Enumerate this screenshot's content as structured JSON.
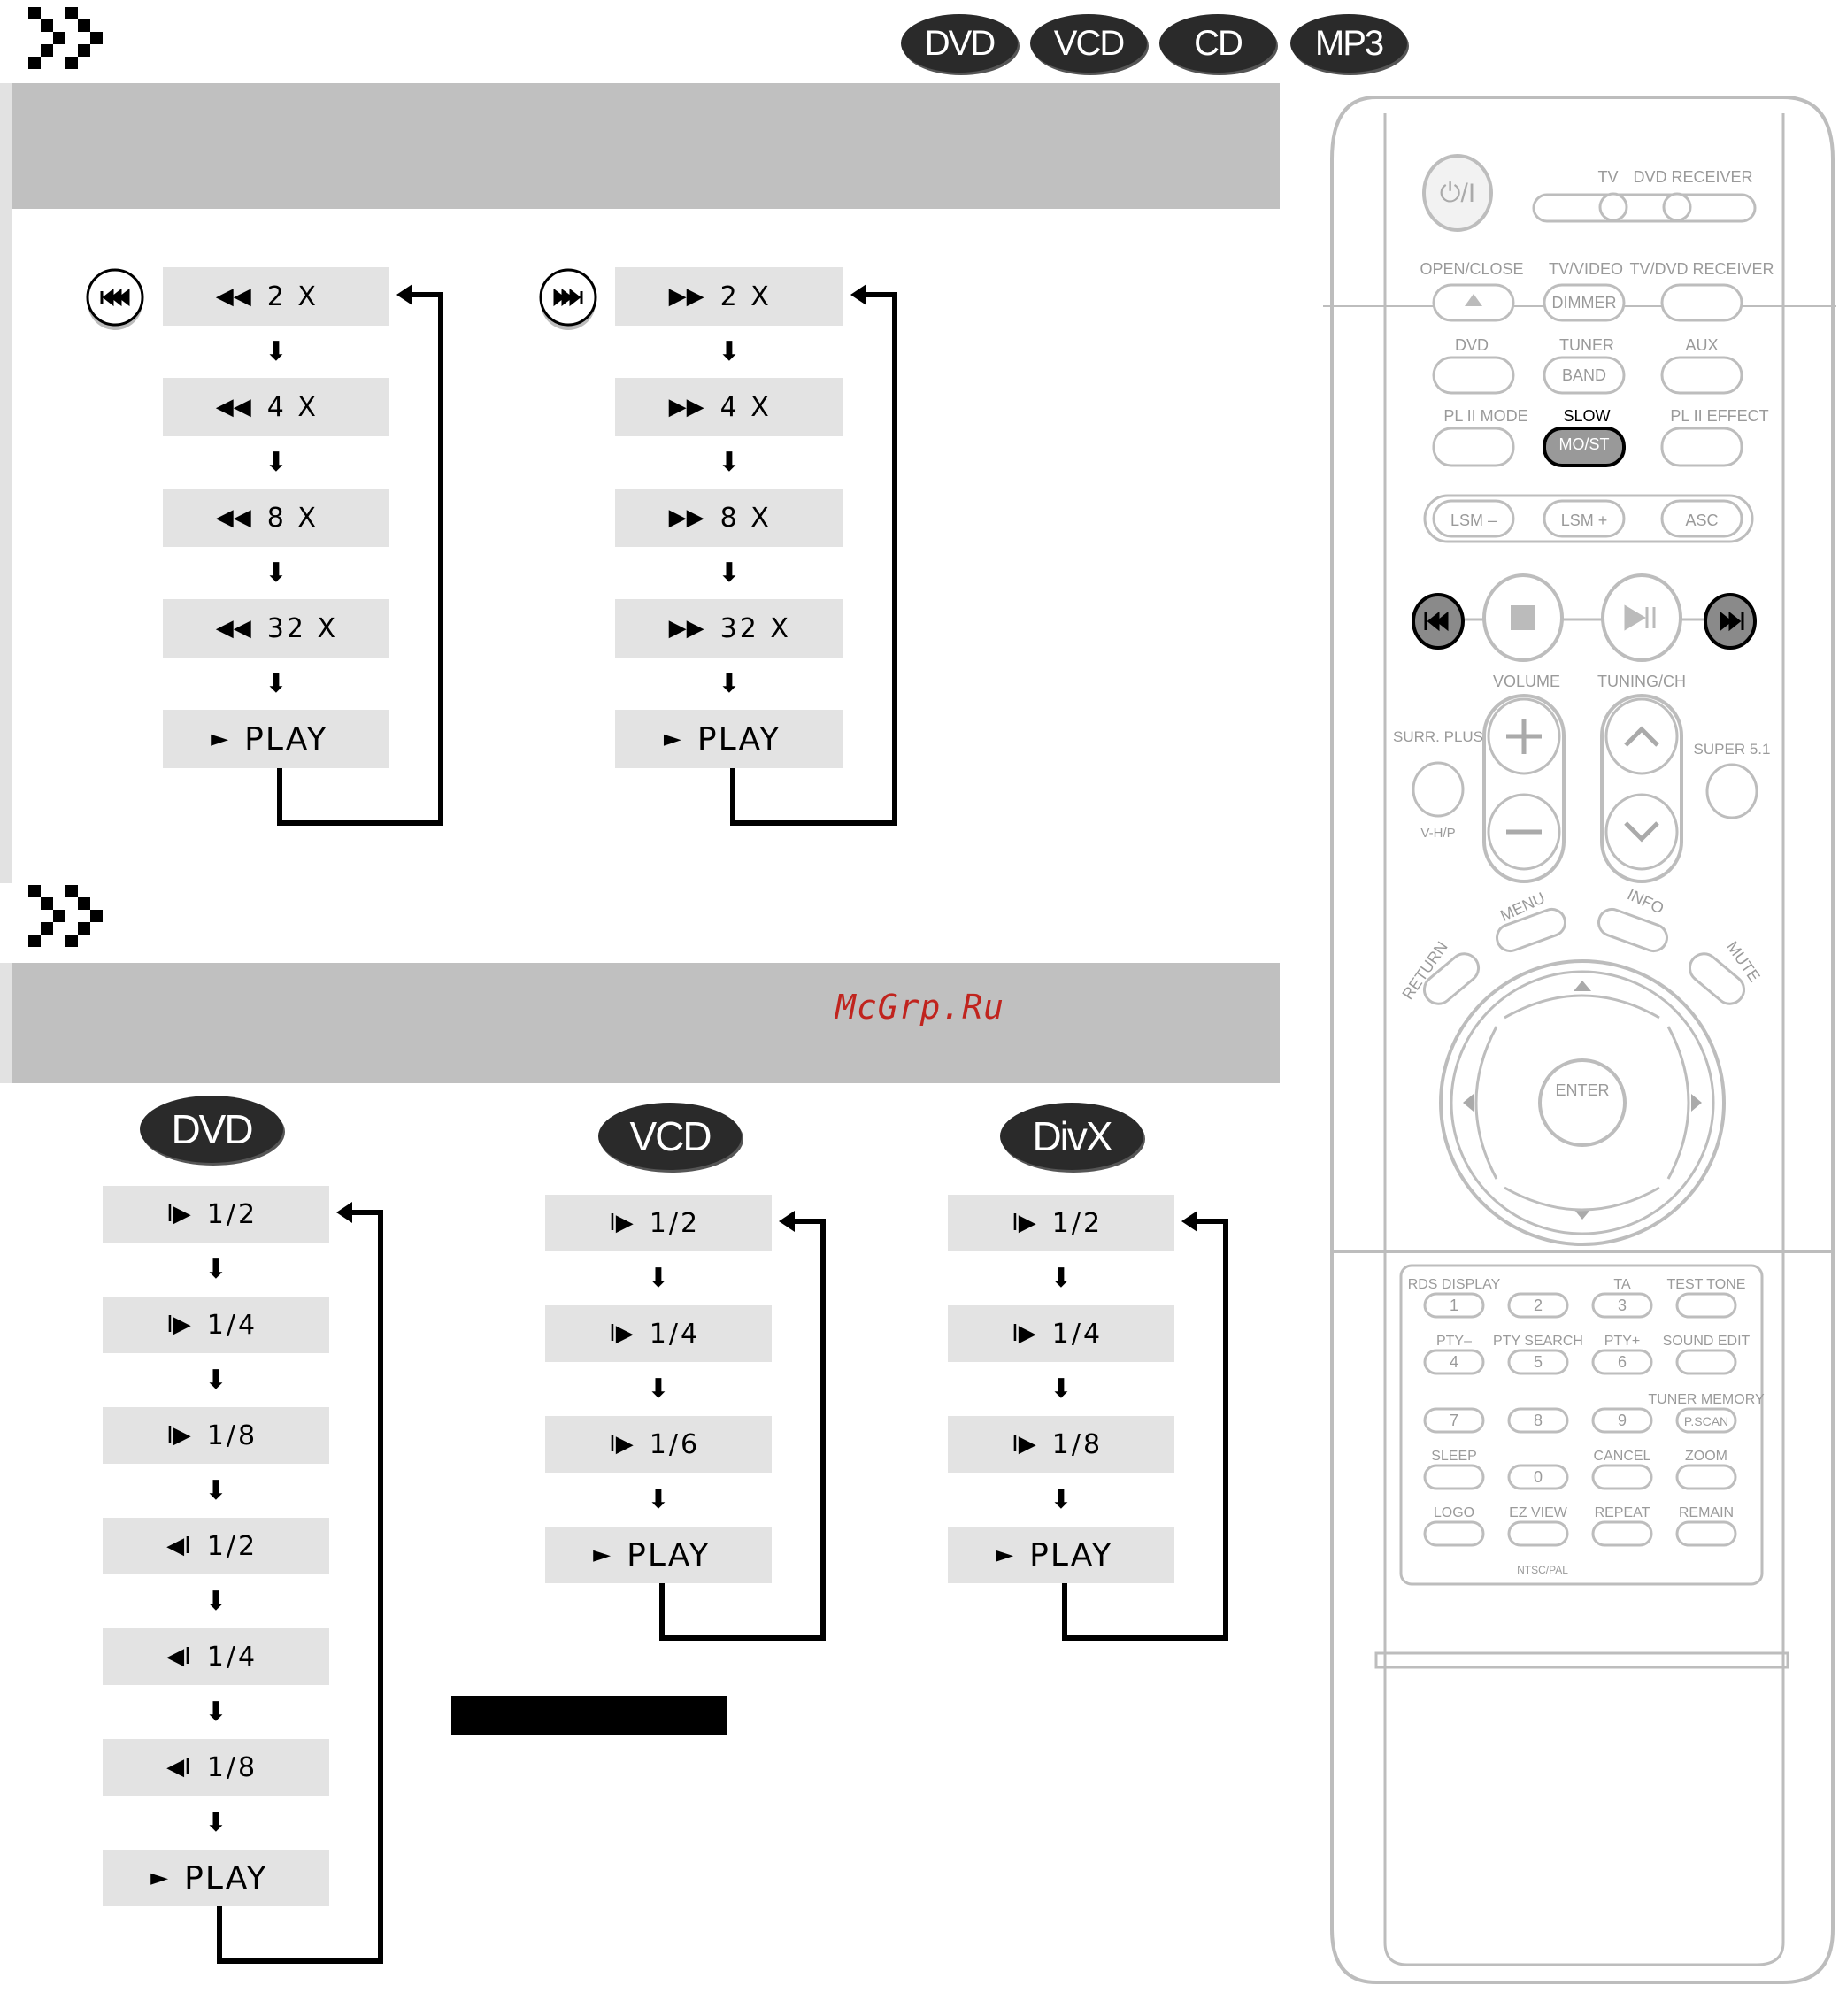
{
  "discs_top": [
    "DVD",
    "VCD",
    "CD",
    "MP3"
  ],
  "watermark": "McGrp.Ru",
  "search_flows": [
    {
      "id": "rewind",
      "steps": [
        {
          "sym": "◀◀",
          "label": "2 X"
        },
        {
          "sym": "◀◀",
          "label": "4 X"
        },
        {
          "sym": "◀◀",
          "label": "8 X"
        },
        {
          "sym": "◀◀",
          "label": "32 X"
        },
        {
          "sym": "►",
          "label": "PLAY",
          "play": true
        }
      ]
    },
    {
      "id": "forward",
      "steps": [
        {
          "sym": "▶▶",
          "label": "2 X"
        },
        {
          "sym": "▶▶",
          "label": "4 X"
        },
        {
          "sym": "▶▶",
          "label": "8 X"
        },
        {
          "sym": "▶▶",
          "label": "32 X"
        },
        {
          "sym": "►",
          "label": "PLAY",
          "play": true
        }
      ]
    }
  ],
  "slow_flows": [
    {
      "disc": "DVD",
      "steps": [
        {
          "sym": "I▶",
          "label": "1/2"
        },
        {
          "sym": "I▶",
          "label": "1/4"
        },
        {
          "sym": "I▶",
          "label": "1/8"
        },
        {
          "sym": "◀I",
          "label": "1/2"
        },
        {
          "sym": "◀I",
          "label": "1/4"
        },
        {
          "sym": "◀I",
          "label": "1/8"
        },
        {
          "sym": "►",
          "label": "PLAY",
          "play": true
        }
      ]
    },
    {
      "disc": "VCD",
      "steps": [
        {
          "sym": "I▶",
          "label": "1/2"
        },
        {
          "sym": "I▶",
          "label": "1/4"
        },
        {
          "sym": "I▶",
          "label": "1/6"
        },
        {
          "sym": "►",
          "label": "PLAY",
          "play": true
        }
      ]
    },
    {
      "disc": "DivX",
      "steps": [
        {
          "sym": "I▶",
          "label": "1/2"
        },
        {
          "sym": "I▶",
          "label": "1/4"
        },
        {
          "sym": "I▶",
          "label": "1/8"
        },
        {
          "sym": "►",
          "label": "PLAY",
          "play": true
        }
      ]
    }
  ],
  "remote": {
    "power": "⏻/I",
    "tv": "TV",
    "dvd_receiver": "DVD RECEIVER",
    "open_close": "OPEN/CLOSE",
    "tv_video": "TV/VIDEO",
    "dimmer": "DIMMER",
    "tv_dvd_receiver": "TV/DVD RECEIVER",
    "dvd": "DVD",
    "tuner": "TUNER",
    "band": "BAND",
    "aux": "AUX",
    "pl2_mode": "PL II MODE",
    "slow": "SLOW",
    "mo_st": "MO/ST",
    "pl2_effect": "PL II EFFECT",
    "lsm_minus": "LSM –",
    "lsm_plus": "LSM +",
    "asc": "ASC",
    "volume": "VOLUME",
    "tuning_ch": "TUNING/CH",
    "surr_plus": "SURR. PLUS",
    "vhp": "V-H/P",
    "super51": "SUPER 5.1",
    "menu": "MENU",
    "info": "INFO",
    "return": "RETURN",
    "mute": "MUTE",
    "enter": "ENTER",
    "numpad": [
      {
        "top": "RDS DISPLAY",
        "key": "1"
      },
      {
        "top": "",
        "key": "2"
      },
      {
        "top": "TA",
        "key": "3"
      },
      {
        "top": "TEST TONE",
        "key": ""
      },
      {
        "top": "PTY–",
        "key": "4"
      },
      {
        "top": "PTY SEARCH",
        "key": "5"
      },
      {
        "top": "PTY+",
        "key": "6"
      },
      {
        "top": "SOUND EDIT",
        "key": ""
      },
      {
        "top": "",
        "key": "7"
      },
      {
        "top": "",
        "key": "8"
      },
      {
        "top": "",
        "key": "9"
      },
      {
        "top": "TUNER MEMORY",
        "key": "P.SCAN"
      },
      {
        "top": "SLEEP",
        "key": ""
      },
      {
        "top": "",
        "key": "0"
      },
      {
        "top": "CANCEL",
        "key": ""
      },
      {
        "top": "ZOOM",
        "key": ""
      },
      {
        "top": "LOGO",
        "key": ""
      },
      {
        "top": "EZ VIEW",
        "key": ""
      },
      {
        "top": "REPEAT",
        "key": ""
      },
      {
        "top": "REMAIN",
        "key": ""
      }
    ],
    "ntsc_pal": "NTSC/PAL"
  }
}
